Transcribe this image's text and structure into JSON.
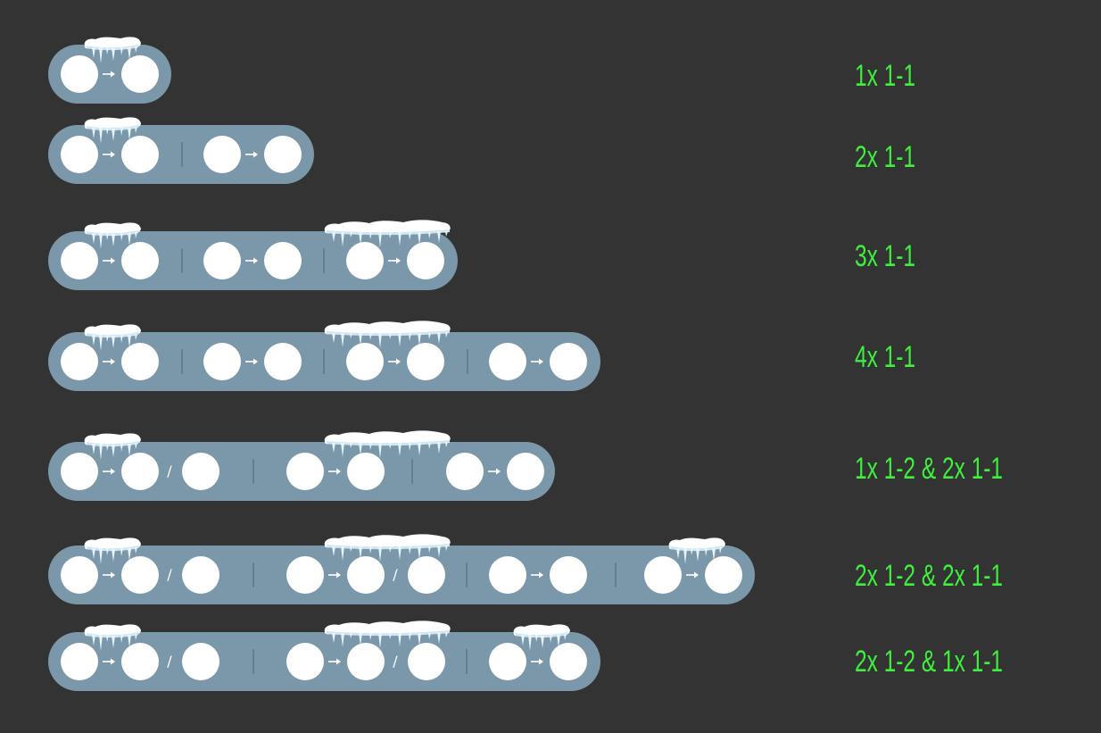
{
  "colors": {
    "background": "#333333",
    "pill": "#7b98ab",
    "slot": "#ffffff",
    "divider": "#5f7f94",
    "label": "#3df03d",
    "snow": "#ffffff",
    "ice": "#cfe6f5"
  },
  "icons": {
    "arrow": "arrow-right-icon",
    "snow": "snow-cap-icon"
  },
  "rows": [
    {
      "label": "1x 1-1"
    },
    {
      "label": "2x 1-1"
    },
    {
      "label": "3x 1-1"
    },
    {
      "label": "4x 1-1"
    },
    {
      "label": "1x 1-2 & 2x 1-1"
    },
    {
      "label": "2x 1-2 & 2x 1-1"
    },
    {
      "label": "2x 1-2 & 1x 1-1"
    }
  ]
}
